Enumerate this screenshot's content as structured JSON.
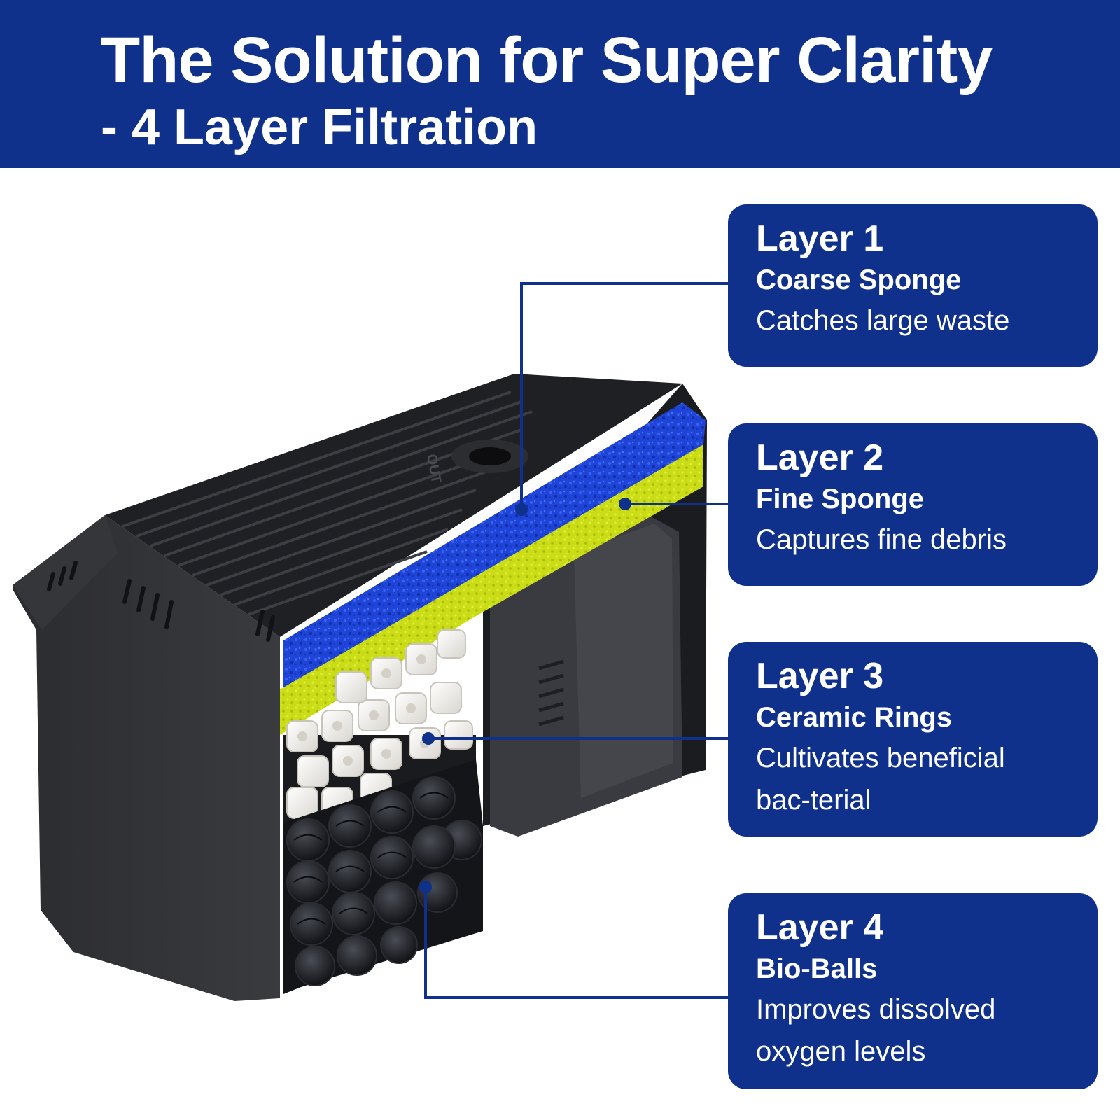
{
  "header": {
    "title": "The Solution for Super Clarity",
    "subtitle": "- 4 Layer Filtration"
  },
  "colors": {
    "brand_blue": "#0f318c",
    "coarse_sponge": "#1f44d8",
    "fine_sponge": "#c8dc12",
    "housing": "#2d2d2f"
  },
  "product": {
    "outlet_label": "OUT"
  },
  "layers": [
    {
      "title": "Layer 1",
      "name": "Coarse Sponge",
      "desc": [
        "Catches large waste"
      ]
    },
    {
      "title": "Layer 2",
      "name": "Fine Sponge",
      "desc": [
        "Captures fine debris"
      ]
    },
    {
      "title": "Layer 3",
      "name": "Ceramic Rings",
      "desc": [
        "Cultivates beneficial",
        "bac-terial"
      ]
    },
    {
      "title": "Layer 4",
      "name": "Bio-Balls",
      "desc": [
        "Improves dissolved",
        "oxygen levels"
      ]
    }
  ]
}
